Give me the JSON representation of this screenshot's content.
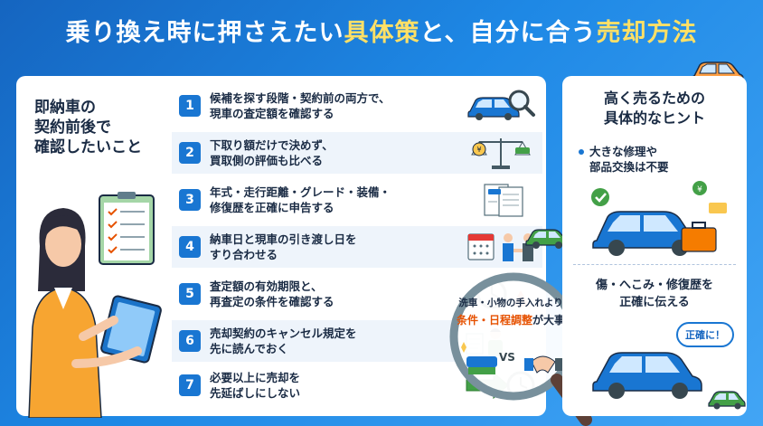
{
  "title": {
    "part1": "乗り換え時に押さえたい",
    "part2": "具体策",
    "part3": "と、自分に合う",
    "part4": "売却方法"
  },
  "left": {
    "heading_lines": [
      "即納車の",
      "契約前後で",
      "確認したいこと"
    ],
    "items": [
      {
        "num": "1",
        "lines": [
          "候補を探す段階・契約前の両方で、",
          "現車の査定額を確認する"
        ],
        "icon": "car-magnifier-icon"
      },
      {
        "num": "2",
        "lines": [
          "下取り額だけで決めず、",
          "買取側の評価も比べる"
        ],
        "icon": "scale-icon"
      },
      {
        "num": "3",
        "lines": [
          "年式・走行距離・グレード・装備・",
          "修復歴を正確に申告する"
        ],
        "icon": "documents-icon"
      },
      {
        "num": "4",
        "lines": [
          "納車日と現車の引き渡し日を",
          "すり合わせる"
        ],
        "icon": "calendar-handshake-icon"
      },
      {
        "num": "5",
        "lines": [
          "査定額の有効期限と、",
          "再査定の条件を確認する"
        ],
        "icon": "clock-warning-icon"
      },
      {
        "num": "6",
        "lines": [
          "売却契約のキャンセル規定を",
          "先に読んでおく"
        ],
        "icon": "reading-person-icon"
      },
      {
        "num": "7",
        "lines": [
          "必要以上に売却を",
          "先延ばしにしない"
        ],
        "icon": "arrow-clock-icon"
      }
    ]
  },
  "magnifier": {
    "line1": "洗車・小物の手入れより",
    "line2_highlight": "条件・日程調整",
    "line2_rest": "が大事",
    "vs": "VS"
  },
  "right": {
    "title_lines": [
      "高く売るための",
      "具体的なヒント"
    ],
    "bullet_lines": [
      "大きな修理や",
      "部品交換は不要"
    ],
    "text2_lines": [
      "傷・へこみ・修復歴を",
      "正確に伝える"
    ],
    "bubble": "正確に！"
  },
  "colors": {
    "accent": "#1976d2",
    "highlight_yellow": "#ffe066",
    "highlight_orange": "#e65100"
  }
}
